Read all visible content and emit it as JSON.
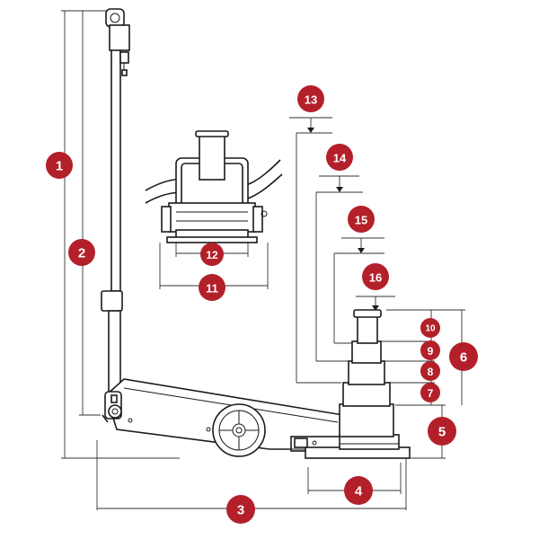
{
  "diagram": {
    "accent_color": "#b3202a",
    "callouts": [
      {
        "id": "c1",
        "label": "1"
      },
      {
        "id": "c2",
        "label": "2"
      },
      {
        "id": "c3",
        "label": "3"
      },
      {
        "id": "c4",
        "label": "4"
      },
      {
        "id": "c5",
        "label": "5"
      },
      {
        "id": "c6",
        "label": "6"
      },
      {
        "id": "c7",
        "label": "7"
      },
      {
        "id": "c8",
        "label": "8"
      },
      {
        "id": "c9",
        "label": "9"
      },
      {
        "id": "c10",
        "label": "10"
      },
      {
        "id": "c11",
        "label": "11"
      },
      {
        "id": "c12",
        "label": "12"
      },
      {
        "id": "c13",
        "label": "13"
      },
      {
        "id": "c14",
        "label": "14"
      },
      {
        "id": "c15",
        "label": "15"
      },
      {
        "id": "c16",
        "label": "16"
      }
    ]
  }
}
